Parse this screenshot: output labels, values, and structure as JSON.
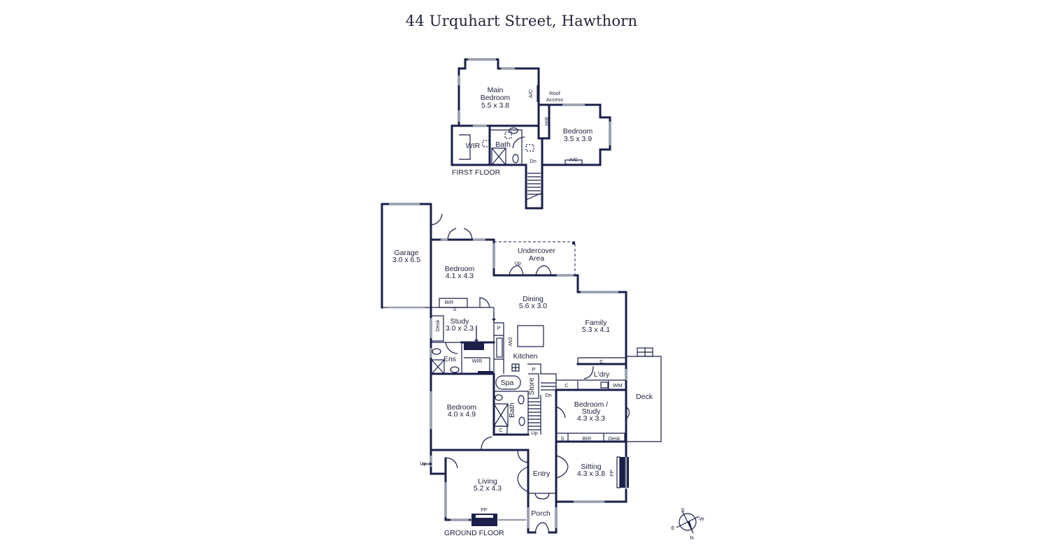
{
  "title": "44 Urquhart Street, Hawthorn",
  "floors": {
    "first": "FIRST FLOOR",
    "ground": "GROUND FLOOR"
  },
  "first_floor": {
    "main_bedroom": {
      "name": [
        "Main",
        "Bedroom"
      ],
      "size": "5.5 x 3.8"
    },
    "bedroom": {
      "name": "Bedroom",
      "size": "3.5 x 3.9"
    },
    "wir": "WIR",
    "bath": "Bath",
    "bir": "BIR",
    "ac_1": "A/C",
    "ac_2": "A/C",
    "roof_access": [
      "Roof",
      "Access"
    ],
    "dn": "Dn"
  },
  "ground_floor": {
    "garage": {
      "name": "Garage",
      "size": "3.0 x 6.5"
    },
    "bedroom_1": {
      "name": "Bedroom",
      "size": "4.1 x 4.3"
    },
    "undercover": [
      "Undercover",
      "Area"
    ],
    "dining": {
      "name": "Dining",
      "size": "5.6 x 3.0"
    },
    "family": {
      "name": "Family",
      "size": "5.3 x 4.1"
    },
    "study": {
      "name": "Study",
      "size": "3.0 x 2.3"
    },
    "kitchen": "Kitchen",
    "ensuite": "Ens",
    "wir": "WIR",
    "laundry": "L'dry",
    "spa": "Spa",
    "store": "Store",
    "bath": "Bath",
    "bedroom_2": {
      "name": "Bedroom",
      "size": "4.0 x 4.9"
    },
    "bedroom_study": {
      "name": [
        "Bedroom /",
        "Study"
      ],
      "size": "4.3 x 3.3"
    },
    "deck": "Deck",
    "sitting": {
      "name": "Sitting",
      "size": "4.3 x 3.8"
    },
    "entry": "Entry",
    "living": {
      "name": "Living",
      "size": "5.2 x 4.3"
    },
    "porch": "Porch",
    "bir_1": "BIR",
    "bir_2": "BIR",
    "desk_1": "Desk",
    "desk_2": "Desk",
    "s_1": "S",
    "s_2": "S",
    "c_1": "C",
    "c_2": "C",
    "c_3": "C",
    "wm": "WM",
    "p": "P",
    "dw": "DW",
    "fp_1": "FP",
    "fp_2": "FP",
    "up_1": "Up",
    "up_2": "Up",
    "up_3": "Up",
    "dn": "Dn"
  },
  "compass": {
    "s": "S",
    "w": "W",
    "e": "E",
    "n": "N"
  },
  "colors": {
    "wall": "#1a1f4a",
    "window": "#9aa0b0",
    "text": "#1b1f3a"
  }
}
